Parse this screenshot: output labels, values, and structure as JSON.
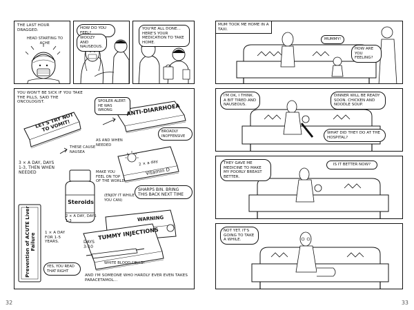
{
  "left_page": {
    "page_number": "32",
    "panel1": {
      "caption": "THE LAST HOUR DRAGGED.",
      "text": "HEAD STARTING TO ACHE"
    },
    "panel2": {
      "nurse": "HOW DO YOU FEEL?",
      "patient": "WOOZY AND NAUSEOUS."
    },
    "panel3": {
      "nurse": "YOU'RE ALL DONE... HERE'S YOUR MEDICATION TO TAKE HOME."
    },
    "big_panel": {
      "caption": "YOU WON'T BE SICK IF YOU TAKE THE PILLS, SAID THE ONCOLOGIST.",
      "spoiler": "SPOILER ALERT: HE WAS WRONG",
      "box_antisick": "LET'S TRY NOT TO VOMIT!",
      "box_antidiarrhoea": "ANTI-DIARRHOEA",
      "as_needed": "AS AND WHEN NEEDED",
      "broadly": "BROADLY INOFFENSIVE",
      "dosage1": "3 × A DAY, DAYS 1-3, THEN WHEN NEEDED",
      "cause_nausea": "THESE CAUSE NAUSEA",
      "vitd_dose": "2 × a day",
      "vitd": "Vitamin D",
      "feel_top": "MAKE YOU FEEL ON TOP OF THE WORLD",
      "enjoy": "(ENJOY IT WHILE YOU CAN)",
      "sharps": "SHARPS BIN. BRING THIS BACK NEXT TIME",
      "steroids": "Steroids",
      "steroid_dose": "2 × A DAY, DAYS 1-3",
      "warning": "WARNING",
      "liver": "Prevention of ACUTE Liver Failure",
      "liver_dose": "1 × A DAY FOR 1-5 YEARS.",
      "read_right": "YES, YOU READ THAT RIGHT",
      "tummy": "TUMMY INJECTIONS",
      "days": "DAYS 3-10",
      "white_cells": "WHITE BLOOD CELLS!",
      "paracetamol": "AND I'M SOMEONE WHO HARDLY EVER EVEN TAKES PARACETAMOL..."
    }
  },
  "right_page": {
    "page_number": "33",
    "panel1": {
      "caption": "MUM TOOK ME HOME IN A TAXI.",
      "child": "MUMMY!",
      "partner": "HOW ARE YOU FEELING?"
    },
    "panel2": {
      "mum": "I'M OK, I THINK. A BIT TIRED AND NAUSEOUS.",
      "partner": "DINNER WILL BE READY SOON. CHICKEN AND NOODLE SOUP.",
      "child": "WHAT DID THEY DO AT THE HOSPITAL?"
    },
    "panel3": {
      "mum": "THEY GAVE ME MEDICINE TO MAKE MY POORLY BREAST BETTER.",
      "child": "IS IT BETTER NOW?"
    },
    "panel4": {
      "mum": "NOT YET. IT'S GOING TO TAKE A WHILE."
    }
  }
}
